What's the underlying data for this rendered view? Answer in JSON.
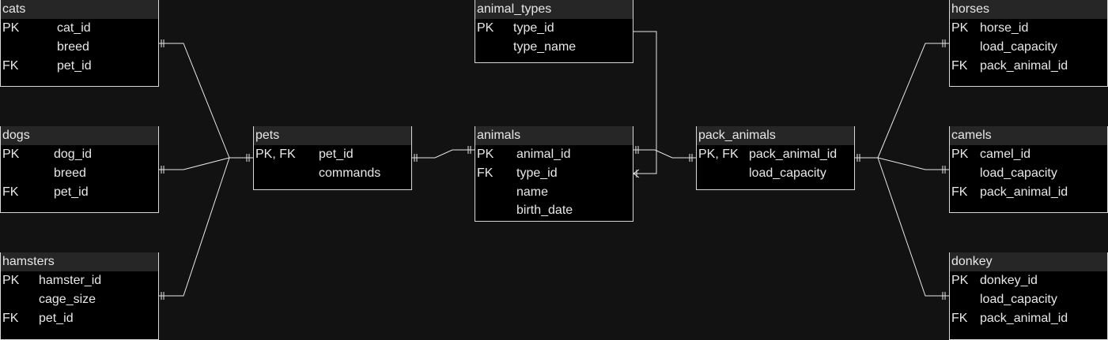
{
  "colors": {
    "canvas": "#121212",
    "table_body": "#000000",
    "table_header": "#262626",
    "border": "#d8d8d8",
    "text": "#e8e8e8"
  },
  "tables": [
    {
      "id": "cats",
      "title": "cats",
      "rows": [
        {
          "key": "PK",
          "name": "cat_id"
        },
        {
          "key": "",
          "name": "breed"
        },
        {
          "key": "FK",
          "name": "pet_id"
        }
      ]
    },
    {
      "id": "dogs",
      "title": "dogs",
      "rows": [
        {
          "key": "PK",
          "name": "dog_id"
        },
        {
          "key": "",
          "name": "breed"
        },
        {
          "key": "FK",
          "name": "pet_id"
        }
      ]
    },
    {
      "id": "hamsters",
      "title": "hamsters",
      "rows": [
        {
          "key": "PK",
          "name": "hamster_id"
        },
        {
          "key": "",
          "name": "cage_size"
        },
        {
          "key": "FK",
          "name": "pet_id"
        }
      ]
    },
    {
      "id": "pets",
      "title": "pets",
      "rows": [
        {
          "key": "PK, FK",
          "name": "pet_id"
        },
        {
          "key": "",
          "name": "commands"
        }
      ]
    },
    {
      "id": "animal_types",
      "title": "animal_types",
      "rows": [
        {
          "key": "PK",
          "name": "type_id"
        },
        {
          "key": "",
          "name": "type_name"
        }
      ]
    },
    {
      "id": "animals",
      "title": "animals",
      "rows": [
        {
          "key": "PK",
          "name": "animal_id"
        },
        {
          "key": "FK",
          "name": "type_id"
        },
        {
          "key": "",
          "name": "name"
        },
        {
          "key": "",
          "name": "birth_date"
        }
      ]
    },
    {
      "id": "pack_animals",
      "title": "pack_animals",
      "rows": [
        {
          "key": "PK, FK",
          "name": "pack_animal_id"
        },
        {
          "key": "",
          "name": "load_capacity"
        }
      ]
    },
    {
      "id": "horses",
      "title": "horses",
      "rows": [
        {
          "key": "PK",
          "name": "horse_id"
        },
        {
          "key": "",
          "name": "load_capacity"
        },
        {
          "key": "FK",
          "name": "pack_animal_id"
        }
      ]
    },
    {
      "id": "camels",
      "title": "camels",
      "rows": [
        {
          "key": "PK",
          "name": "camel_id"
        },
        {
          "key": "",
          "name": "load_capacity"
        },
        {
          "key": "FK",
          "name": "pack_animal_id"
        }
      ]
    },
    {
      "id": "donkey",
      "title": "donkey",
      "rows": [
        {
          "key": "PK",
          "name": "donkey_id"
        },
        {
          "key": "",
          "name": "load_capacity"
        },
        {
          "key": "FK",
          "name": "pack_animal_id"
        }
      ]
    }
  ],
  "relationships": [
    {
      "from": "cats",
      "to": "pets",
      "from_end": "one-mandatory",
      "to_end": "one-mandatory"
    },
    {
      "from": "dogs",
      "to": "pets",
      "from_end": "one-mandatory",
      "to_end": "one-mandatory"
    },
    {
      "from": "hamsters",
      "to": "pets",
      "from_end": "one-mandatory",
      "to_end": "one-mandatory"
    },
    {
      "from": "pets",
      "to": "animals",
      "from_end": "one-mandatory",
      "to_end": "one-mandatory"
    },
    {
      "from": "animal_types",
      "to": "animals",
      "from_end": "none",
      "to_end": "many-mandatory"
    },
    {
      "from": "animals",
      "to": "pack_animals",
      "from_end": "one-mandatory",
      "to_end": "one-mandatory"
    },
    {
      "from": "pack_animals",
      "to": "horses",
      "from_end": "one-mandatory",
      "to_end": "one-mandatory"
    },
    {
      "from": "pack_animals",
      "to": "camels",
      "from_end": "one-mandatory",
      "to_end": "one-mandatory"
    },
    {
      "from": "pack_animals",
      "to": "donkey",
      "from_end": "one-mandatory",
      "to_end": "one-mandatory"
    }
  ]
}
